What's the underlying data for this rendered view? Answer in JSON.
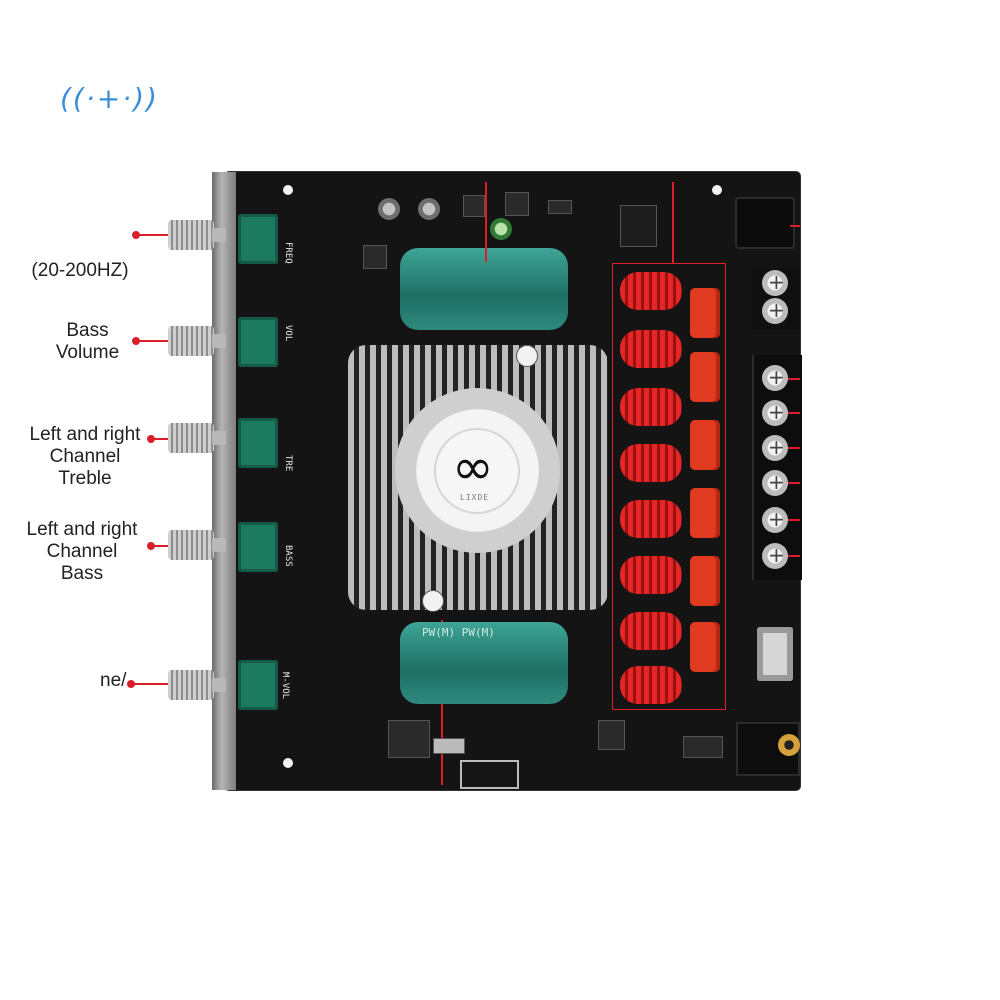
{
  "logo_mark": "((·+·))",
  "labels": {
    "freq": "(20-200HZ)",
    "bass_volume_line1": "Bass",
    "bass_volume_line2": "Volume",
    "treble_line1": "Left and right",
    "treble_line2": "Channel",
    "treble_line3": "Treble",
    "bass_line1": "Left and right",
    "bass_line2": "Channel",
    "bass_line3": "Bass",
    "master_partial": "ne/"
  },
  "silkscreen": {
    "freq": "FREQ",
    "vol": "VOL",
    "tre": "TRE",
    "bass": "BASS",
    "mvol": "M-VOL"
  },
  "capacitor_text": {
    "top": "",
    "bottom": "PW(M)   PW(M)"
  },
  "fan_brand": "LIXDE",
  "colors": {
    "pointer": "#d9202a",
    "pcb": "#141414",
    "pot_green": "#1c7a5f",
    "cap_green": "#2f8a7e",
    "inductor_red": "#e42626"
  }
}
